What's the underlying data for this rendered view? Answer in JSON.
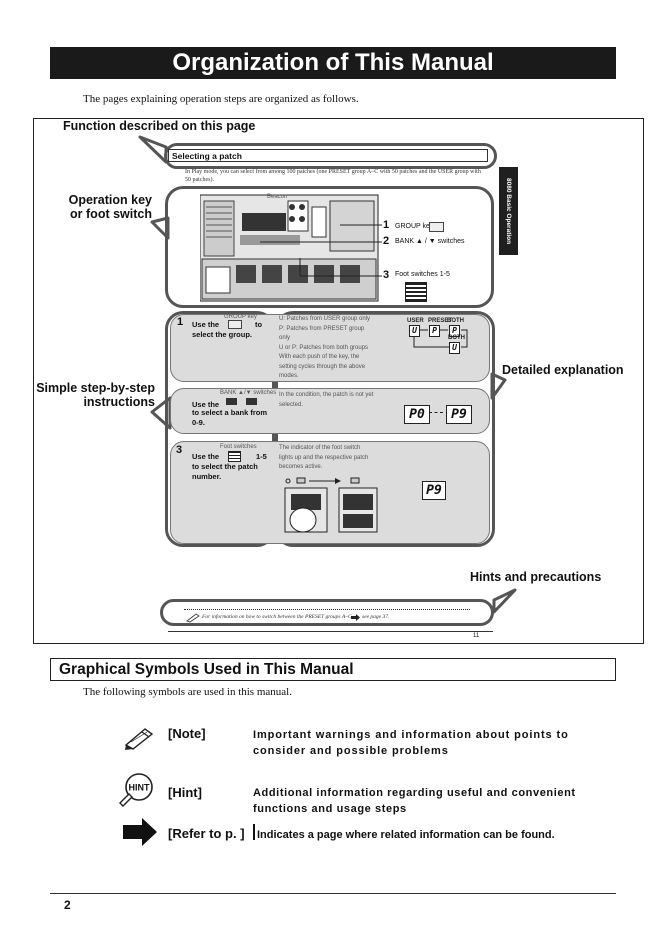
{
  "page": {
    "title": "Organization of This Manual",
    "intro": "The pages explaining operation steps are organized as follows.",
    "page_number": "2"
  },
  "diagram": {
    "callouts": {
      "function": "Function described on this page",
      "operation": "Operation key\nor foot switch",
      "simple": "Simple step-by-step\ninstructions",
      "detailed": "Detailed explanation",
      "hints": "Hints and precautions"
    },
    "sample": {
      "heading": "Selecting a patch",
      "body": "In Play mode, you can select from among 100 patches (one PRESET group A–C with 50 patches and the USER group with 50 patches).",
      "side_tab": "8080 Basic Operation",
      "beacon": "Beacon",
      "labels": {
        "l1": "GROUP key",
        "l2": "BANK ▲ / ▼ switches",
        "l3": "Foot switches 1-5"
      },
      "numbers": [
        "1",
        "2",
        "3"
      ],
      "steps": [
        {
          "num": "1",
          "key": "GROUP key",
          "use": "Use the",
          "to": "to",
          "line2": "select the group."
        },
        {
          "num": "2",
          "key": "BANK ▲/▼ switches",
          "use": "Use the",
          "line2": "to select a bank from",
          "line3": "0-9."
        },
        {
          "num": "3",
          "key": "Foot switches",
          "use": "Use the",
          "range": "1-5",
          "line2": "to select the patch",
          "line3": "number."
        }
      ],
      "explain": {
        "e1": "U: Patches from USER group only\nP: Patches from PRESET group\n   only\nU or P: Patches from both groups\nWith each push of the key, the\nsetting cycles through the above\nmodes.",
        "e2": "In the condition, the patch is not yet\nselected.",
        "e3": "The indicator of the foot switch\nlights up and the respective patch\nbecomes active."
      },
      "flow": {
        "user": "USER",
        "preset": "PRESET",
        "both": "BOTH",
        "both2": "BOTH",
        "u": "U",
        "p": "P",
        "p2": "P",
        "u2": "U"
      },
      "seg_left": "P0",
      "seg_right": "P9",
      "seg_single": "P9",
      "hint_text": "For information on how to switch between the PRESET groups A–C,",
      "hint_ref": "see page 37.",
      "small_page": "11"
    }
  },
  "symbols_section": {
    "title": "Graphical Symbols Used in This Manual",
    "intro": "The following symbols are used in this manual.",
    "items": [
      {
        "label": "[Note]",
        "desc": "Important warnings and information about points to\nconsider and possible problems",
        "icon": "note-pencil-icon"
      },
      {
        "label": "[Hint]",
        "desc": "Additional information regarding useful and convenient\nfunctions and usage steps",
        "icon": "hint-icon",
        "icon_text": "HINT"
      },
      {
        "label": "[Refer to p. ]",
        "desc": "Indicates a page where related information can be found.",
        "icon": "arrow-right-icon"
      }
    ]
  }
}
